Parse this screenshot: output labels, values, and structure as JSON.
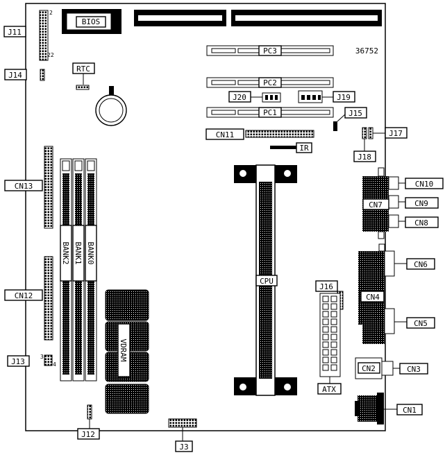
{
  "board_number": "36752",
  "labels": {
    "bios": "BIOS",
    "rtc": "RTC",
    "pc3": "PC3",
    "pc2": "PC2",
    "pc1": "PC1",
    "cn11": "CN11",
    "ir": "IR",
    "j11": "J11",
    "j14": "J14",
    "j20": "J20",
    "j19": "J19",
    "j15": "J15",
    "j17": "J17",
    "j18": "J18",
    "cn13": "CN13",
    "cn12": "CN12",
    "cn10": "CN10",
    "cn9": "CN9",
    "cn8": "CN8",
    "cn7": "CN7",
    "cn6": "CN6",
    "cn5": "CN5",
    "cn4": "CN4",
    "cn3": "CN3",
    "cn2": "CN2",
    "cn1": "CN1",
    "cpu": "CPU",
    "j16": "J16",
    "atx": "ATX",
    "j13": "J13",
    "j12": "J12",
    "j3": "J3",
    "bank2": "BANK2",
    "bank1": "BANK1",
    "bank0": "BANK0",
    "vdram": "VDRAM"
  },
  "pin_numbers": {
    "j11_top": "2",
    "j11_bottom": "22",
    "j13_top": "3",
    "j13_bottom": "4"
  }
}
